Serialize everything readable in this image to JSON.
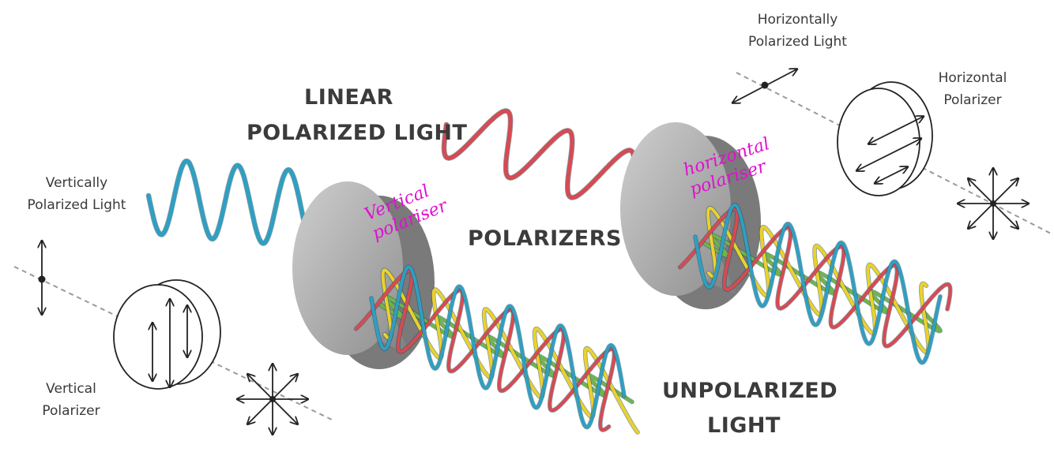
{
  "title": {
    "line1": "LINEAR",
    "line2": "POLARIZED LIGHT"
  },
  "center": "POLARIZERS",
  "unpolarized": {
    "line1": "UNPOLARIZED",
    "line2": "LIGHT"
  },
  "left": {
    "light": {
      "line1": "Vertically",
      "line2": "Polarized Light"
    },
    "polarizer": {
      "line1": "Vertical",
      "line2": "Polarizer"
    }
  },
  "right": {
    "light": {
      "line1": "Horizontally",
      "line2": "Polarized Light"
    },
    "polarizer": {
      "line1": "Horizontal",
      "line2": "Polarizer"
    }
  },
  "handwritten": {
    "left": {
      "line1": "Vertical",
      "line2": "polariser"
    },
    "right": {
      "line1": "horizontal",
      "line2": "polariser"
    }
  },
  "colors": {
    "blue": "#2f9fc2",
    "red": "#d84a52",
    "yellow": "#ecd12a",
    "green": "#6fb54a",
    "disk": "#a8a8a8",
    "annotation": "#e010d0"
  }
}
